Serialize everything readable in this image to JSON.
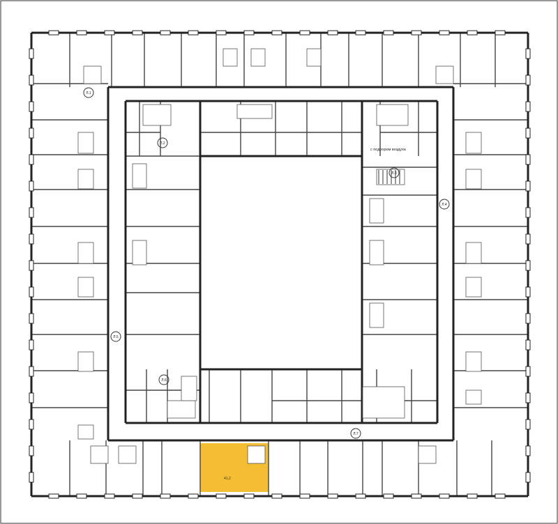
{
  "plan": {
    "highlight_color": "#F4BE33",
    "selected_unit": {
      "label": "41,2"
    },
    "stair_note": "с подпором воздуха",
    "markers": [
      "Л.1",
      "Л.2",
      "Л.3",
      "Л.4",
      "Л.5",
      "Л.6",
      "Л.7"
    ]
  }
}
